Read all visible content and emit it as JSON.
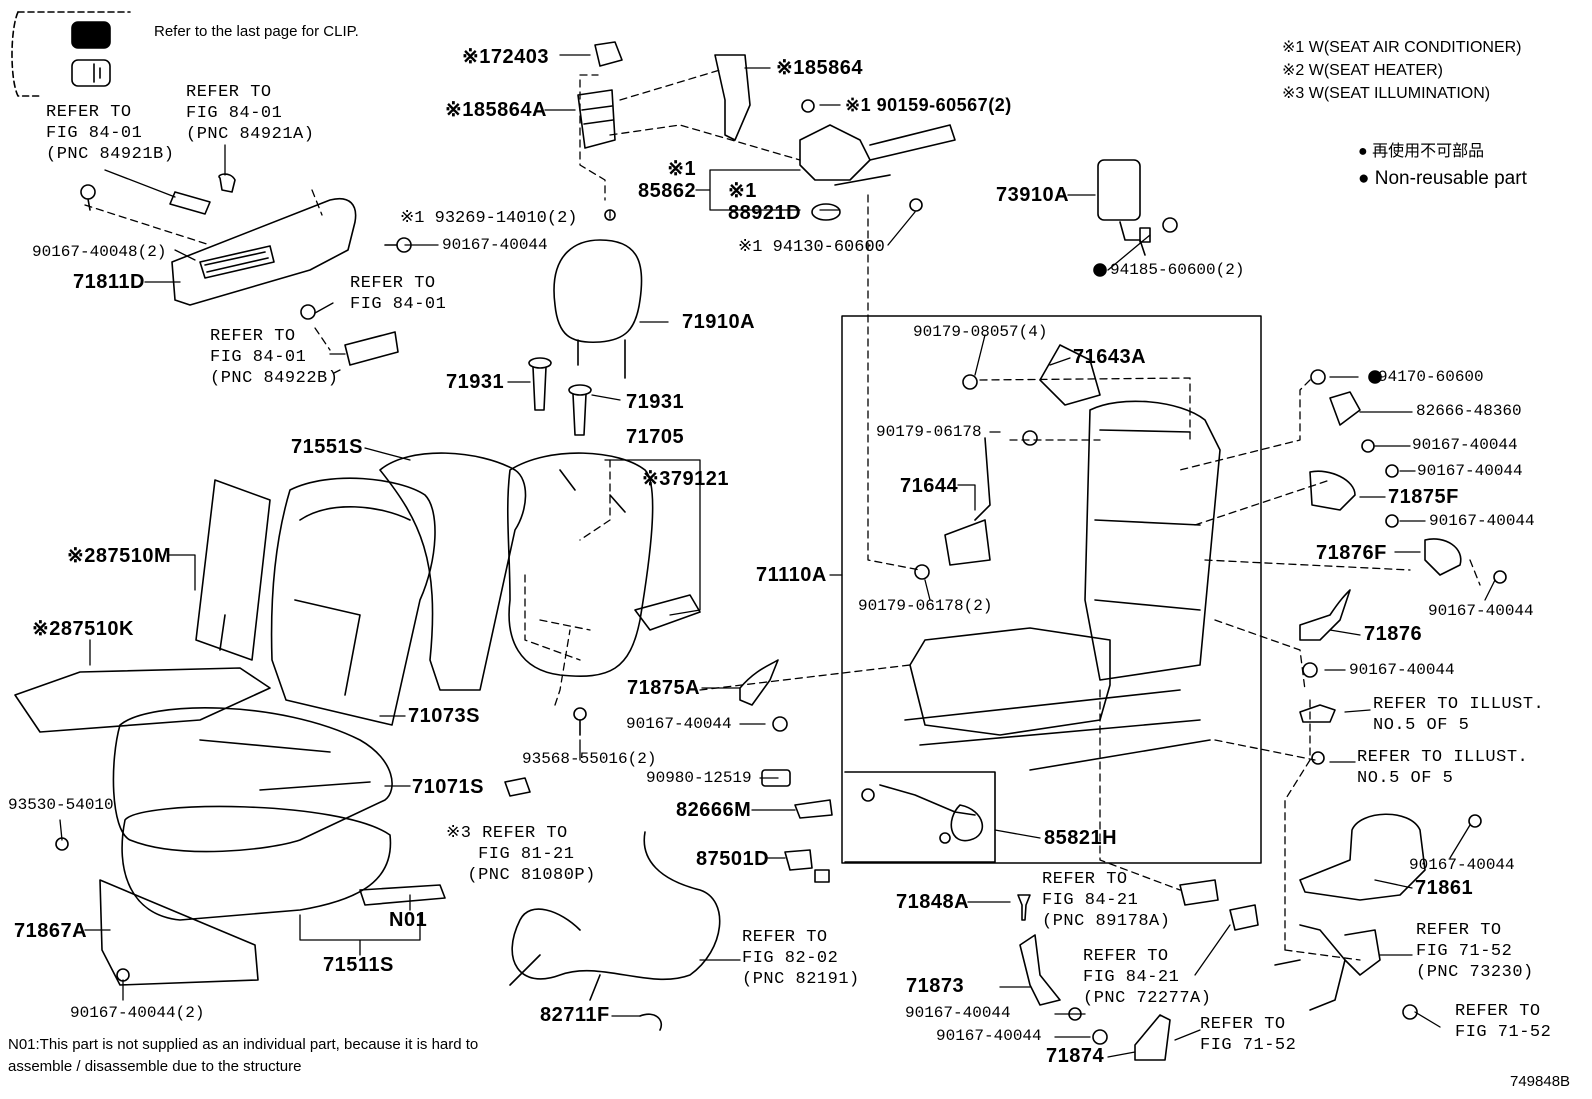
{
  "clip_note": "Refer to the last page for CLIP.",
  "legend": {
    "items": [
      "※1 W(SEAT AIR CONDITIONER)",
      "※2 W(SEAT HEATER)",
      "※3 W(SEAT ILLUMINATION)"
    ],
    "nonreusable_jp": "再使用不可部品",
    "nonreusable_en": "Non-reusable part"
  },
  "labels": {
    "p172403": "※172403",
    "p185864": "※185864",
    "p185864a": "※185864A",
    "p90159": "※1 90159-60567(2)",
    "p85862": "※1\n85862",
    "p88921d": "※1\n88921D",
    "p93269": "※1 93269-14010(2)",
    "p94130": "※1 94130-60600",
    "p90167_40048": "90167-40048(2)",
    "p90167_40044_a": "90167-40044",
    "p71811d": "71811D",
    "p73910a": "73910A",
    "p94185": "94185-60600(2)",
    "p71910a": "71910A",
    "p71931a": "71931",
    "p71931b": "71931",
    "p71551s": "71551S",
    "p71705": "71705",
    "p79121": "※379121",
    "p87510m": "※287510M",
    "p87510k": "※287510K",
    "p71073s": "71073S",
    "p71071s": "71071S",
    "p93530": "93530-54010",
    "p71867a": "71867A",
    "p90167_40044_2": "90167-40044(2)",
    "p71511s": "71511S",
    "pN01": "N01",
    "p93568": "93568-55016(2)",
    "p71875a": "71875A",
    "p90167_40044_b": "90167-40044",
    "p90980": "90980-12519",
    "p82666m": "82666M",
    "p87501d": "87501D",
    "p82711f": "82711F",
    "p90179_08057": "90179-08057(4)",
    "p71643a": "71643A",
    "p90179_06178": "90179-06178",
    "p71644": "71644",
    "p71110a": "71110A",
    "p90179_06178_2": "90179-06178(2)",
    "p85821h": "85821H",
    "p94170": "94170-60600",
    "p82666_48360": "82666-48360",
    "p90167_r1": "90167-40044",
    "p90167_r2": "90167-40044",
    "p71875f": "71875F",
    "p90167_r3": "90167-40044",
    "p71876f": "71876F",
    "p90167_r4": "90167-40044",
    "p71876": "71876",
    "p90167_r5": "90167-40044",
    "p71848a": "71848A",
    "p71873": "71873",
    "p90167_c1": "90167-40044",
    "p90167_c2": "90167-40044",
    "p71874": "71874",
    "p90167_r6": "90167-40044",
    "p71861": "71861",
    "diagram_id": "749848B"
  },
  "refs": {
    "r_84921b": "REFER TO\nFIG 84-01\n(PNC 84921B)",
    "r_84921a": "REFER TO\nFIG 84-01\n(PNC 84921A)",
    "r_84_01": "REFER TO\nFIG 84-01",
    "r_84922b": "REFER TO\nFIG 84-01\n(PNC 84922B)",
    "r_81080p": "※3 REFER TO\n   FIG 81-21\n  (PNC 81080P)",
    "r_82191": "REFER TO\nFIG 82-02\n(PNC 82191)",
    "r_89178a": "REFER TO\nFIG 84-21\n(PNC 89178A)",
    "r_72277a": "REFER TO\nFIG 84-21\n(PNC 72277A)",
    "r_71_52a": "REFER TO\nFIG 71-52",
    "r_73230": "REFER TO\nFIG 71-52\n(PNC 73230)",
    "r_71_52b": "REFER TO\nFIG 71-52",
    "r_illust1": "REFER TO ILLUST.\nNO.5 OF 5",
    "r_illust2": "REFER TO ILLUST.\nNO.5 OF 5"
  },
  "footnote": "N01:This part is not supplied as an individual part, because it is hard to\nassemble / disassemble due to the structure"
}
